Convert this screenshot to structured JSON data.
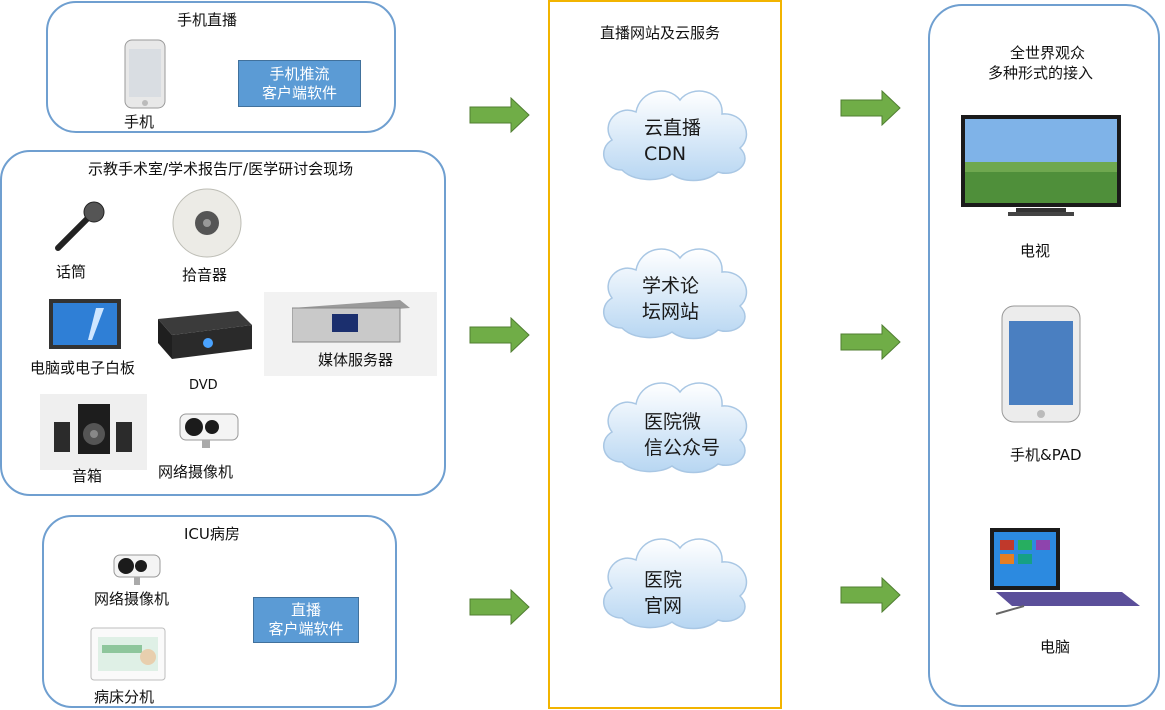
{
  "phone_live": {
    "title": "手机直播",
    "phone_label": "手机",
    "push_box": {
      "line1": "手机推流",
      "line2": "客户端软件"
    }
  },
  "venue": {
    "title": "示教手术室/学术报告厅/医学研讨会现场",
    "mic_label": "话筒",
    "pickup_label": "拾音器",
    "pc_label": "电脑或电子白板",
    "dvd_label": "DVD",
    "media_server_label": "媒体服务器",
    "speaker_label": "音箱",
    "camera_label": "网络摄像机"
  },
  "icu": {
    "title": "ICU病房",
    "camera_label": "网络摄像机",
    "bedside_label": "病床分机",
    "client_box": {
      "line1": "直播",
      "line2": "客户端软件"
    }
  },
  "center": {
    "title": "直播网站及云服务",
    "clouds": [
      {
        "line1": "云直播",
        "line2": "CDN"
      },
      {
        "line1": "学术论",
        "line2": "坛网站"
      },
      {
        "line1": "医院微",
        "line2": "信公众号"
      },
      {
        "line1": "医院",
        "line2": "官网"
      }
    ]
  },
  "audience": {
    "title_line1": "全世界观众",
    "title_line2": "多种形式的接入",
    "tv_label": "电视",
    "phone_label": "手机&PAD",
    "pc_label": "电脑"
  },
  "colors": {
    "panel_border": "#6f9fd0",
    "center_border": "#f2b400",
    "arrow": "#70ad47",
    "blue_box": "#5b9bd5",
    "cloud": "#cfe4f7"
  }
}
